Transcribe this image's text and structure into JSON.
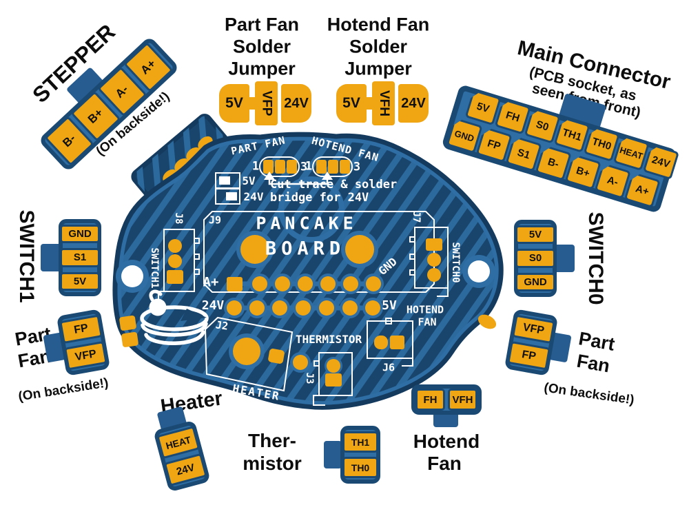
{
  "colors": {
    "pad_orange": "#F0A512",
    "connector_blue": "#2E6EA4",
    "navy_border": "#1A4A73",
    "board_fill": "#19456D",
    "board_outline": "#143A5E",
    "silkscreen": "#FFFFFF",
    "label_black": "#0D0D0D"
  },
  "callouts": {
    "stepper": {
      "label": "STEPPER",
      "note": "(On backside!)",
      "pins": [
        "B-",
        "B+",
        "A-",
        "A+"
      ]
    },
    "part_fan_jumper": {
      "lines": [
        "Part Fan",
        "Solder",
        "Jumper"
      ],
      "pads": [
        "5V",
        "VFP",
        "24V"
      ]
    },
    "hotend_fan_jumper": {
      "lines": [
        "Hotend Fan",
        "Solder",
        "Jumper"
      ],
      "pads": [
        "5V",
        "VFH",
        "24V"
      ]
    },
    "main_connector": {
      "title": "Main Connector",
      "subtitle": [
        "(PCB socket, as",
        "seen from front)"
      ],
      "row1": [
        "5V",
        "FH",
        "S0",
        "TH1",
        "TH0",
        "HEAT",
        "24V"
      ],
      "row2": [
        "GND",
        "FP",
        "S1",
        "B-",
        "B+",
        "A-",
        "A+"
      ]
    },
    "switch1": {
      "label": "SWITCH1",
      "pins": [
        "GND",
        "S1",
        "5V"
      ]
    },
    "switch0": {
      "label": "SWITCH0",
      "pins": [
        "5V",
        "S0",
        "GND"
      ]
    },
    "part_fan_left": {
      "lines": [
        "Part",
        "Fan"
      ],
      "note": "(On backside!)",
      "pins": [
        "FP",
        "VFP"
      ]
    },
    "part_fan_right": {
      "lines": [
        "Part",
        "Fan"
      ],
      "note": "(On backside!)",
      "pins": [
        "VFP",
        "FP"
      ]
    },
    "heater": {
      "label": "Heater",
      "pins": [
        "HEAT",
        "24V"
      ]
    },
    "thermistor": {
      "lines": [
        "Ther-",
        "mistor"
      ],
      "pins": [
        "TH1",
        "TH0"
      ]
    },
    "hotend_fan": {
      "lines": [
        "Hotend",
        "Fan"
      ],
      "pins": [
        "FH",
        "VFH"
      ]
    }
  },
  "board": {
    "name": [
      "PANCAKE",
      "BOARD"
    ],
    "silk": {
      "part_fan": "PART FAN",
      "hotend_fan": "HOTEND FAN",
      "pin1": "1",
      "pin3": "3",
      "legend5": "5V",
      "legend24": "24V",
      "note": [
        "Cut trace & solder",
        "bridge for 24V"
      ],
      "j9": "J9",
      "j8": "J8",
      "j7": "J7",
      "j6": "J6",
      "j3": "J3",
      "j2": "J2",
      "switch1": "SWITCH1",
      "switch0": "SWITCH0",
      "aplus": "A+",
      "gnd": "GND",
      "v24": "24V",
      "v5": "5V",
      "thermistor": "THERMISTOR",
      "heater": "HEATER",
      "hotend": [
        "HOTEND",
        "FAN"
      ]
    }
  }
}
